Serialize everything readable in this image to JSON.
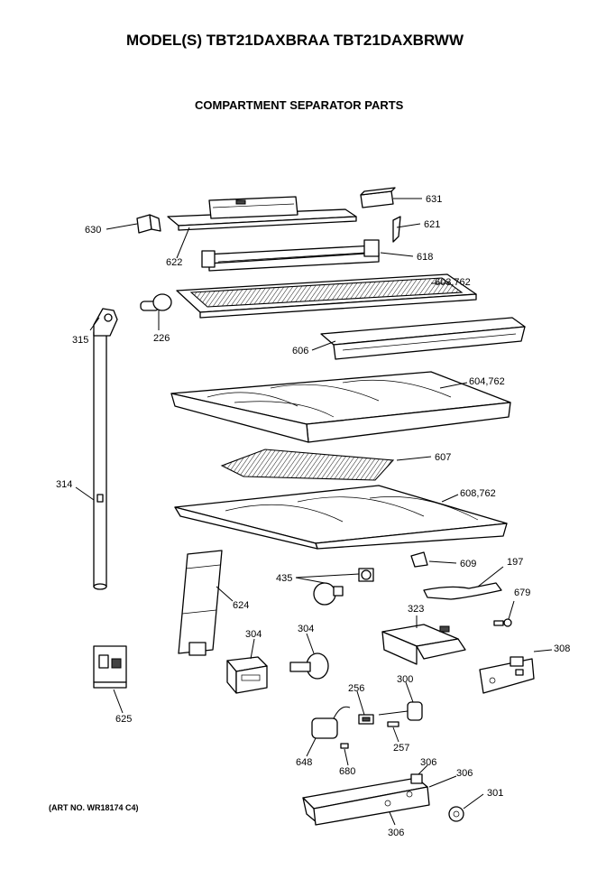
{
  "header": {
    "model_title": "MODEL(S) TBT21DAXBRAA  TBT21DAXBRWW",
    "section_title": "COMPARTMENT SEPARATOR PARTS"
  },
  "art_number": "(ART NO. WR18174 C4)",
  "callouts": [
    {
      "id": "c631",
      "text": "631"
    },
    {
      "id": "c630",
      "text": "630"
    },
    {
      "id": "c621",
      "text": "621"
    },
    {
      "id": "c622",
      "text": "622"
    },
    {
      "id": "c618",
      "text": "618"
    },
    {
      "id": "c603",
      "text": "603,762"
    },
    {
      "id": "c315",
      "text": "315"
    },
    {
      "id": "c226",
      "text": "226"
    },
    {
      "id": "c606",
      "text": "606"
    },
    {
      "id": "c604",
      "text": "604,762"
    },
    {
      "id": "c607",
      "text": "607"
    },
    {
      "id": "c314",
      "text": "314"
    },
    {
      "id": "c608",
      "text": "608,762"
    },
    {
      "id": "c609",
      "text": "609"
    },
    {
      "id": "c197",
      "text": "197"
    },
    {
      "id": "c435",
      "text": "435"
    },
    {
      "id": "c624",
      "text": "624"
    },
    {
      "id": "c679",
      "text": "679"
    },
    {
      "id": "c323",
      "text": "323"
    },
    {
      "id": "c304a",
      "text": "304"
    },
    {
      "id": "c304b",
      "text": "304"
    },
    {
      "id": "c308",
      "text": "308"
    },
    {
      "id": "c256",
      "text": "256"
    },
    {
      "id": "c300",
      "text": "300"
    },
    {
      "id": "c625",
      "text": "625"
    },
    {
      "id": "c257",
      "text": "257"
    },
    {
      "id": "c648",
      "text": "648"
    },
    {
      "id": "c680",
      "text": "680"
    },
    {
      "id": "c306a",
      "text": "306"
    },
    {
      "id": "c306b",
      "text": "306"
    },
    {
      "id": "c301",
      "text": "301"
    },
    {
      "id": "c306c",
      "text": "306"
    }
  ]
}
